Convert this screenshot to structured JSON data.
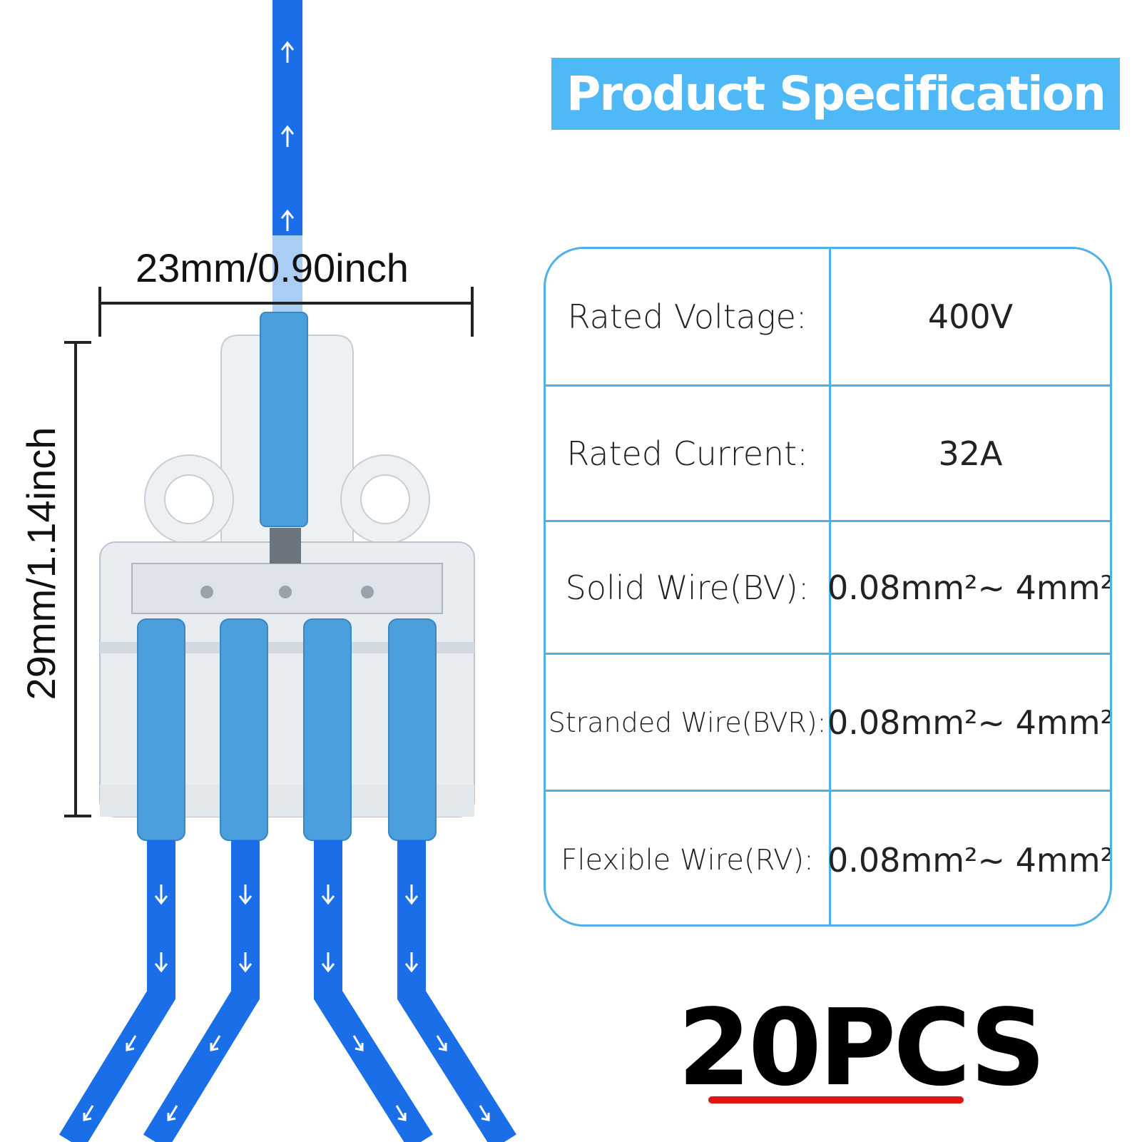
{
  "dimensions": {
    "width_label": "23mm/0.90inch",
    "height_label": "29mm/1.14inch"
  },
  "spec": {
    "title": "Product Specification",
    "rows": [
      {
        "label": "Rated Voltage:",
        "value": "400V"
      },
      {
        "label": "Rated Current:",
        "value": "32A"
      },
      {
        "label": "Solid Wire(BV):",
        "value": "0.08mm²~ 4mm²"
      },
      {
        "label": "Stranded Wire(BVR):",
        "value": "0.08mm²~ 4mm²"
      },
      {
        "label": "Flexible Wire(RV):",
        "value": "0.08mm²~ 4mm²"
      }
    ]
  },
  "quantity": "20PCS",
  "colors": {
    "header_bg": "#4fb9f7",
    "table_border": "#4fb0ea",
    "wire_blue": "#1a6fe8",
    "lever_blue": "#4a9fdc",
    "underline_red": "#e01414"
  }
}
